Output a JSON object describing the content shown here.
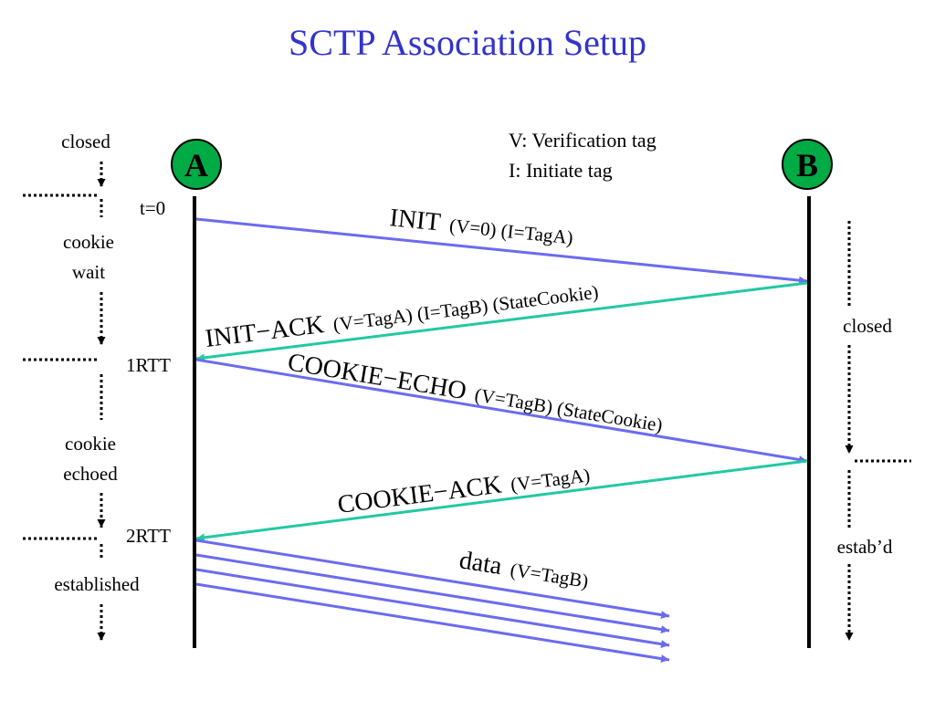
{
  "title": "SCTP Association Setup",
  "legend": {
    "line1": "V: Verification tag",
    "line2": "I: Initiate tag"
  },
  "nodes": {
    "a": {
      "label": "A",
      "color": "#00aa44"
    },
    "b": {
      "label": "B",
      "color": "#00aa44"
    }
  },
  "states_a": {
    "closed": "closed",
    "cookie_wait_1": "cookie",
    "cookie_wait_2": "wait",
    "cookie_echoed_1": "cookie",
    "cookie_echoed_2": "echoed",
    "established": "established"
  },
  "states_b": {
    "closed": "closed",
    "established": "estab’d"
  },
  "time_marks": {
    "t0": "t=0",
    "rtt1": "1RTT",
    "rtt2": "2RTT"
  },
  "messages": {
    "init": {
      "name": "INIT",
      "params": "(V=0) (I=TagA)"
    },
    "init_ack": {
      "name": "INIT−ACK",
      "params": "(V=TagA) (I=TagB) (StateCookie)"
    },
    "cookie_echo": {
      "name": "COOKIE−ECHO",
      "params": "(V=TagB) (StateCookie)"
    },
    "cookie_ack": {
      "name": "COOKIE−ACK",
      "params": "(V=TagA)"
    },
    "data": {
      "name": "data",
      "params": "(V=TagB)"
    }
  },
  "colors": {
    "title": "#3333cc",
    "a_to_b": "#6b6bef",
    "b_to_a": "#22c9a0",
    "node_fill": "#00aa44"
  }
}
